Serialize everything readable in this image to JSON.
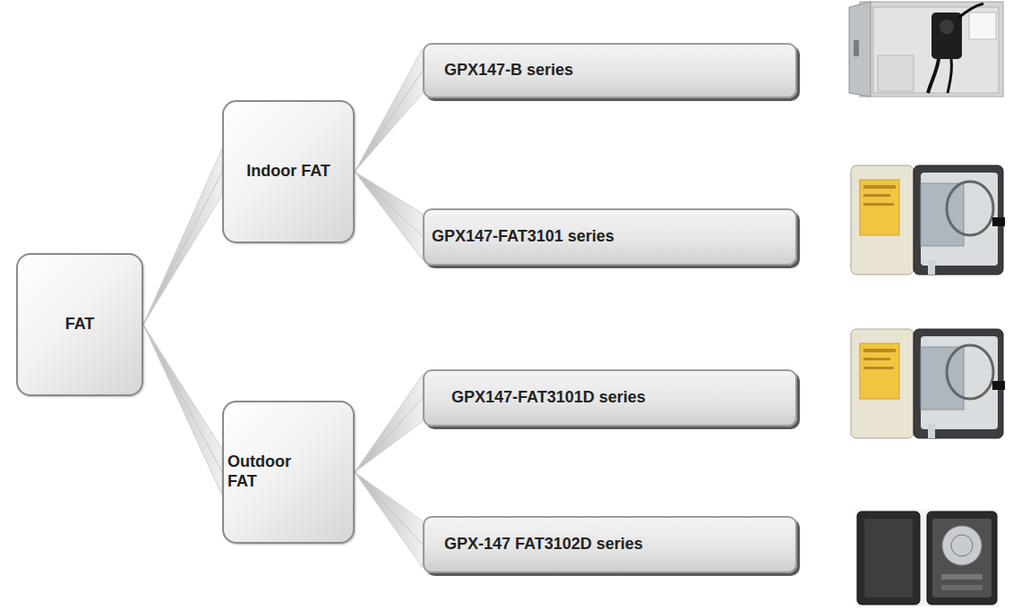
{
  "diagram": {
    "nodes": [
      {
        "text": [
          "FAT"
        ]
      },
      {
        "text": [
          "Indoor FAT"
        ]
      },
      {
        "text": [
          "Outdoor FAT"
        ]
      },
      {
        "text": [
          "GPX147-B series"
        ]
      },
      {
        "text": [
          "GPX147-FAT3101 series"
        ]
      },
      {
        "text": [
          "GPX147-FAT3101D series"
        ]
      },
      {
        "text": [
          "GPX-147 FAT3102D series"
        ]
      }
    ],
    "edges": [
      {
        "from": 0,
        "to": 1,
        "arrow": "none"
      },
      {
        "from": 0,
        "to": 2,
        "arrow": "none"
      },
      {
        "from": 1,
        "to": 3,
        "arrow": "none"
      },
      {
        "from": 1,
        "to": 4,
        "arrow": "none"
      },
      {
        "from": 2,
        "to": 5,
        "arrow": "none"
      },
      {
        "from": 2,
        "to": 6,
        "arrow": "none"
      }
    ]
  }
}
